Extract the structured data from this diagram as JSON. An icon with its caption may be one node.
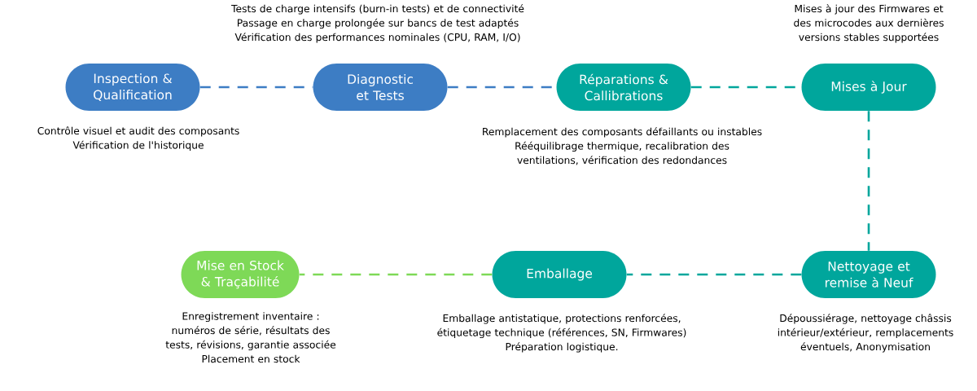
{
  "diagram": {
    "nodes": [
      {
        "text": [
          "Inspection & Qualification"
        ],
        "beside": [
          "Contrôle visuel et audit des composants",
          "Vérification de l'historique"
        ]
      },
      {
        "text": [
          "Diagnostic et Tests"
        ],
        "beside": [
          "Tests de charge intensifs (burn-in tests) et de connectivité",
          "Passage en charge prolongée sur bancs de test adaptés",
          "Vérification des performances nominales (CPU, RAM, I/O)"
        ]
      },
      {
        "text": [
          "Réparations & Callibrations"
        ],
        "beside": [
          "Remplacement des composants défaillants ou instables",
          "Rééquilibrage thermique, recalibration des ventilations, vérification des redondances"
        ]
      },
      {
        "text": [
          "Mises à Jour"
        ],
        "beside": [
          "Mises à jour des Firmwares et des microcodes aux dernières versions stables supportées"
        ]
      },
      {
        "text": [
          "Nettoyage et remise à Neuf"
        ],
        "beside": [
          "Dépoussiérage, nettoyage châssis intérieur/extérieur, remplacements éventuels, Anonymisation"
        ]
      },
      {
        "text": [
          "Emballage"
        ],
        "beside": [
          "Emballage antistatique, protections renforcées, étiquetage technique (références, SN, Firmwares)",
          "Préparation logistique."
        ]
      },
      {
        "text": [
          "Mise en Stock & Traçabilité"
        ],
        "beside": [
          "Enregistrement inventaire : numéros de série, résultats des tests, révisions, garantie associée",
          "Placement en stock"
        ]
      }
    ],
    "edges": [
      {
        "from": 0,
        "to": 1,
        "arrow": "none",
        "style": "dashed",
        "color": "#3d7dc4"
      },
      {
        "from": 1,
        "to": 2,
        "arrow": "none",
        "style": "dashed",
        "color": "#3d7dc4"
      },
      {
        "from": 2,
        "to": 3,
        "arrow": "none",
        "style": "dashed"
      },
      {
        "from": 3,
        "to": 4,
        "arrow": "none",
        "style": "dashed"
      },
      {
        "from": 4,
        "to": 5,
        "arrow": "none",
        "style": "dashed"
      },
      {
        "from": 5,
        "to": 6,
        "arrow": "none",
        "style": "dashed",
        "color": "#7ed957"
      }
    ]
  }
}
